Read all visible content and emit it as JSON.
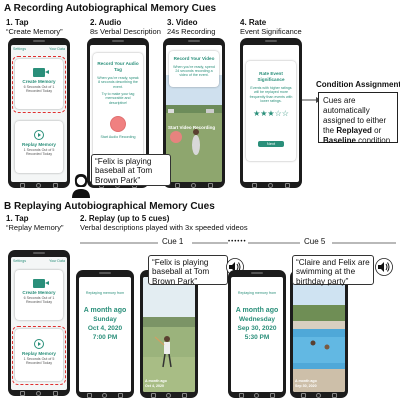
{
  "section_a": {
    "title": "A  Recording Autobiographical Memory Cues",
    "steps": [
      {
        "num": "1. Tap",
        "sub": "“Create Memory”"
      },
      {
        "num": "2. Audio",
        "sub": "8s Verbal Description"
      },
      {
        "num": "3. Video",
        "sub": "24s Recording"
      },
      {
        "num": "4. Rate",
        "sub": "Event Significance"
      }
    ],
    "home_screen": {
      "settings": "Settings",
      "user": "Your Data",
      "create_title": "Create Memory",
      "create_sub": "6 Seconds Out of 1\nRecorded Today",
      "replay_title": "Replay Memory",
      "replay_sub": "1 Seconds Out of 5\nRecorded Today"
    },
    "audio_screen": {
      "title": "Record Your Audio Tag",
      "desc": "When you’re ready, speak 8 seconds describing the event.",
      "desc2": "Try to make your tag memorable and descriptive!",
      "button": "Start Audio Recording"
    },
    "video_screen": {
      "title": "Record Your Video",
      "desc": "When you’re ready, spend 24 seconds recording a video of the event.",
      "overlay": "Start Video Recording"
    },
    "rate_screen": {
      "title": "Rate Event Significance",
      "desc": "Events with higher ratings will be replayed more frequently than events with lower ratings.",
      "stars_filled": 3,
      "stars_total": 5,
      "button": "Next"
    },
    "bubble": "“Felix is playing baseball at Tom Brown Park”",
    "condition": {
      "title": "Condition Assignment",
      "text_pre": "Cues are automatically assigned to either the ",
      "replayed": "Replayed",
      "or": " or ",
      "baseline": "Baseline",
      "text_post": " condition"
    }
  },
  "section_b": {
    "title": "B  Replaying Autobiographical Memory Cues",
    "steps": [
      {
        "num": "1. Tap",
        "sub": "“Replay Memory”"
      },
      {
        "num": "2. Replay (up to 5 cues)",
        "sub": "Verbal descriptions played with 3x speeded videos"
      }
    ],
    "cue1_label": "Cue 1",
    "cue5_label": "Cue 5",
    "ellipsis": "••••••",
    "cue1": {
      "header": "Replaying memory from",
      "when": "A month ago",
      "day": "Sunday",
      "date": "Oct 4, 2020",
      "time": "7:00 PM",
      "bubble": "“Felix is playing baseball at Tom Brown Park”",
      "caption": "A month ago\nOct 4, 2020"
    },
    "cue5": {
      "header": "Replaying memory from",
      "when": "A month ago",
      "day": "Wednesday",
      "date": "Sep 30, 2020",
      "time": "5:30 PM",
      "bubble": "“Claire and Felix are swimming at the birthday party”",
      "caption": "A month ago\nSep 30, 2020"
    }
  },
  "colors": {
    "accent": "#2a8f7a",
    "dash": "#e03030",
    "phone": "#1c1c1c"
  }
}
